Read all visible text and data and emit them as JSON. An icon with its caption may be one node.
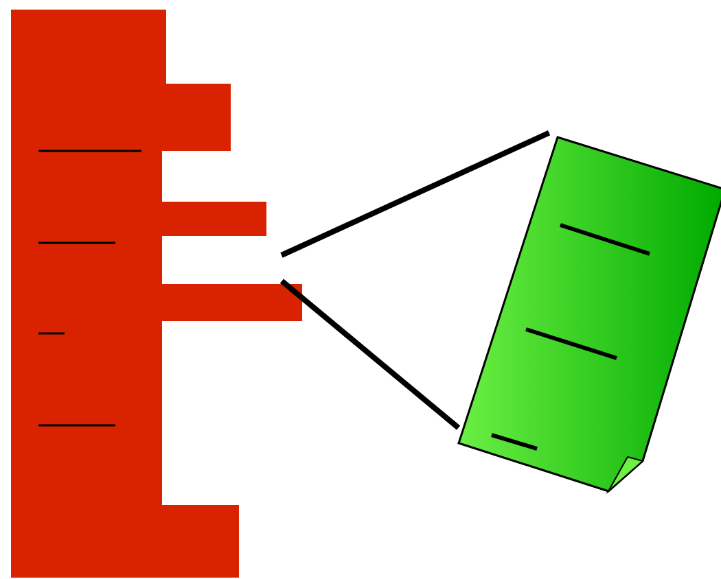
{
  "diagram": {
    "nodes": [
      {
        "text": [],
        "shape": "bar"
      },
      {
        "text": [],
        "shape": "document"
      }
    ],
    "edges": [
      {
        "from": null,
        "to": 1,
        "arrow": "none"
      },
      {
        "from": 0,
        "to": 1,
        "arrow": "none"
      }
    ]
  }
}
